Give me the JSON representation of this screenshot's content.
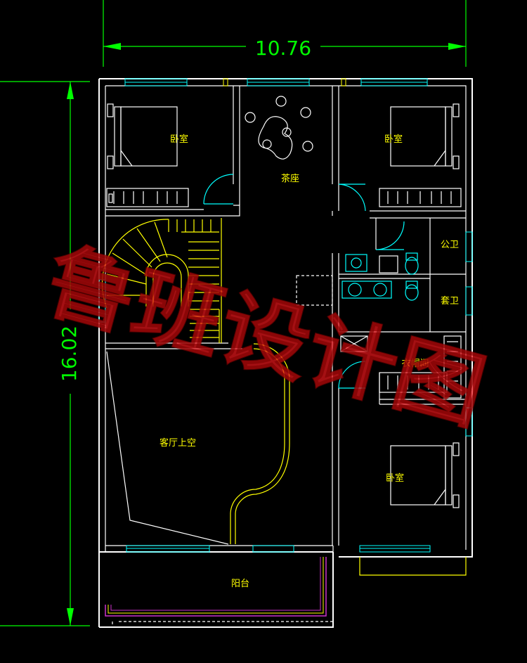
{
  "dimensions": {
    "width_label": "10.76",
    "height_label": "16.02"
  },
  "rooms": {
    "bedroom_top_left": "卧室",
    "tea_room": "茶座",
    "bedroom_top_right": "卧室",
    "public_bath": "公卫",
    "ensuite_bath": "套卫",
    "wardrobe": "衣帽间",
    "living_void": "客厅上空",
    "bedroom_bottom_right": "卧室",
    "balcony": "阳台"
  },
  "watermark": "鲁班设计图",
  "colors": {
    "background": "#000000",
    "walls": "#ffffff",
    "windows": "#00ffff",
    "dimension_lines": "#00ff00",
    "room_labels": "#ffff00",
    "watermark": "#e4161a",
    "balcony_rail": "#cc33cc"
  }
}
